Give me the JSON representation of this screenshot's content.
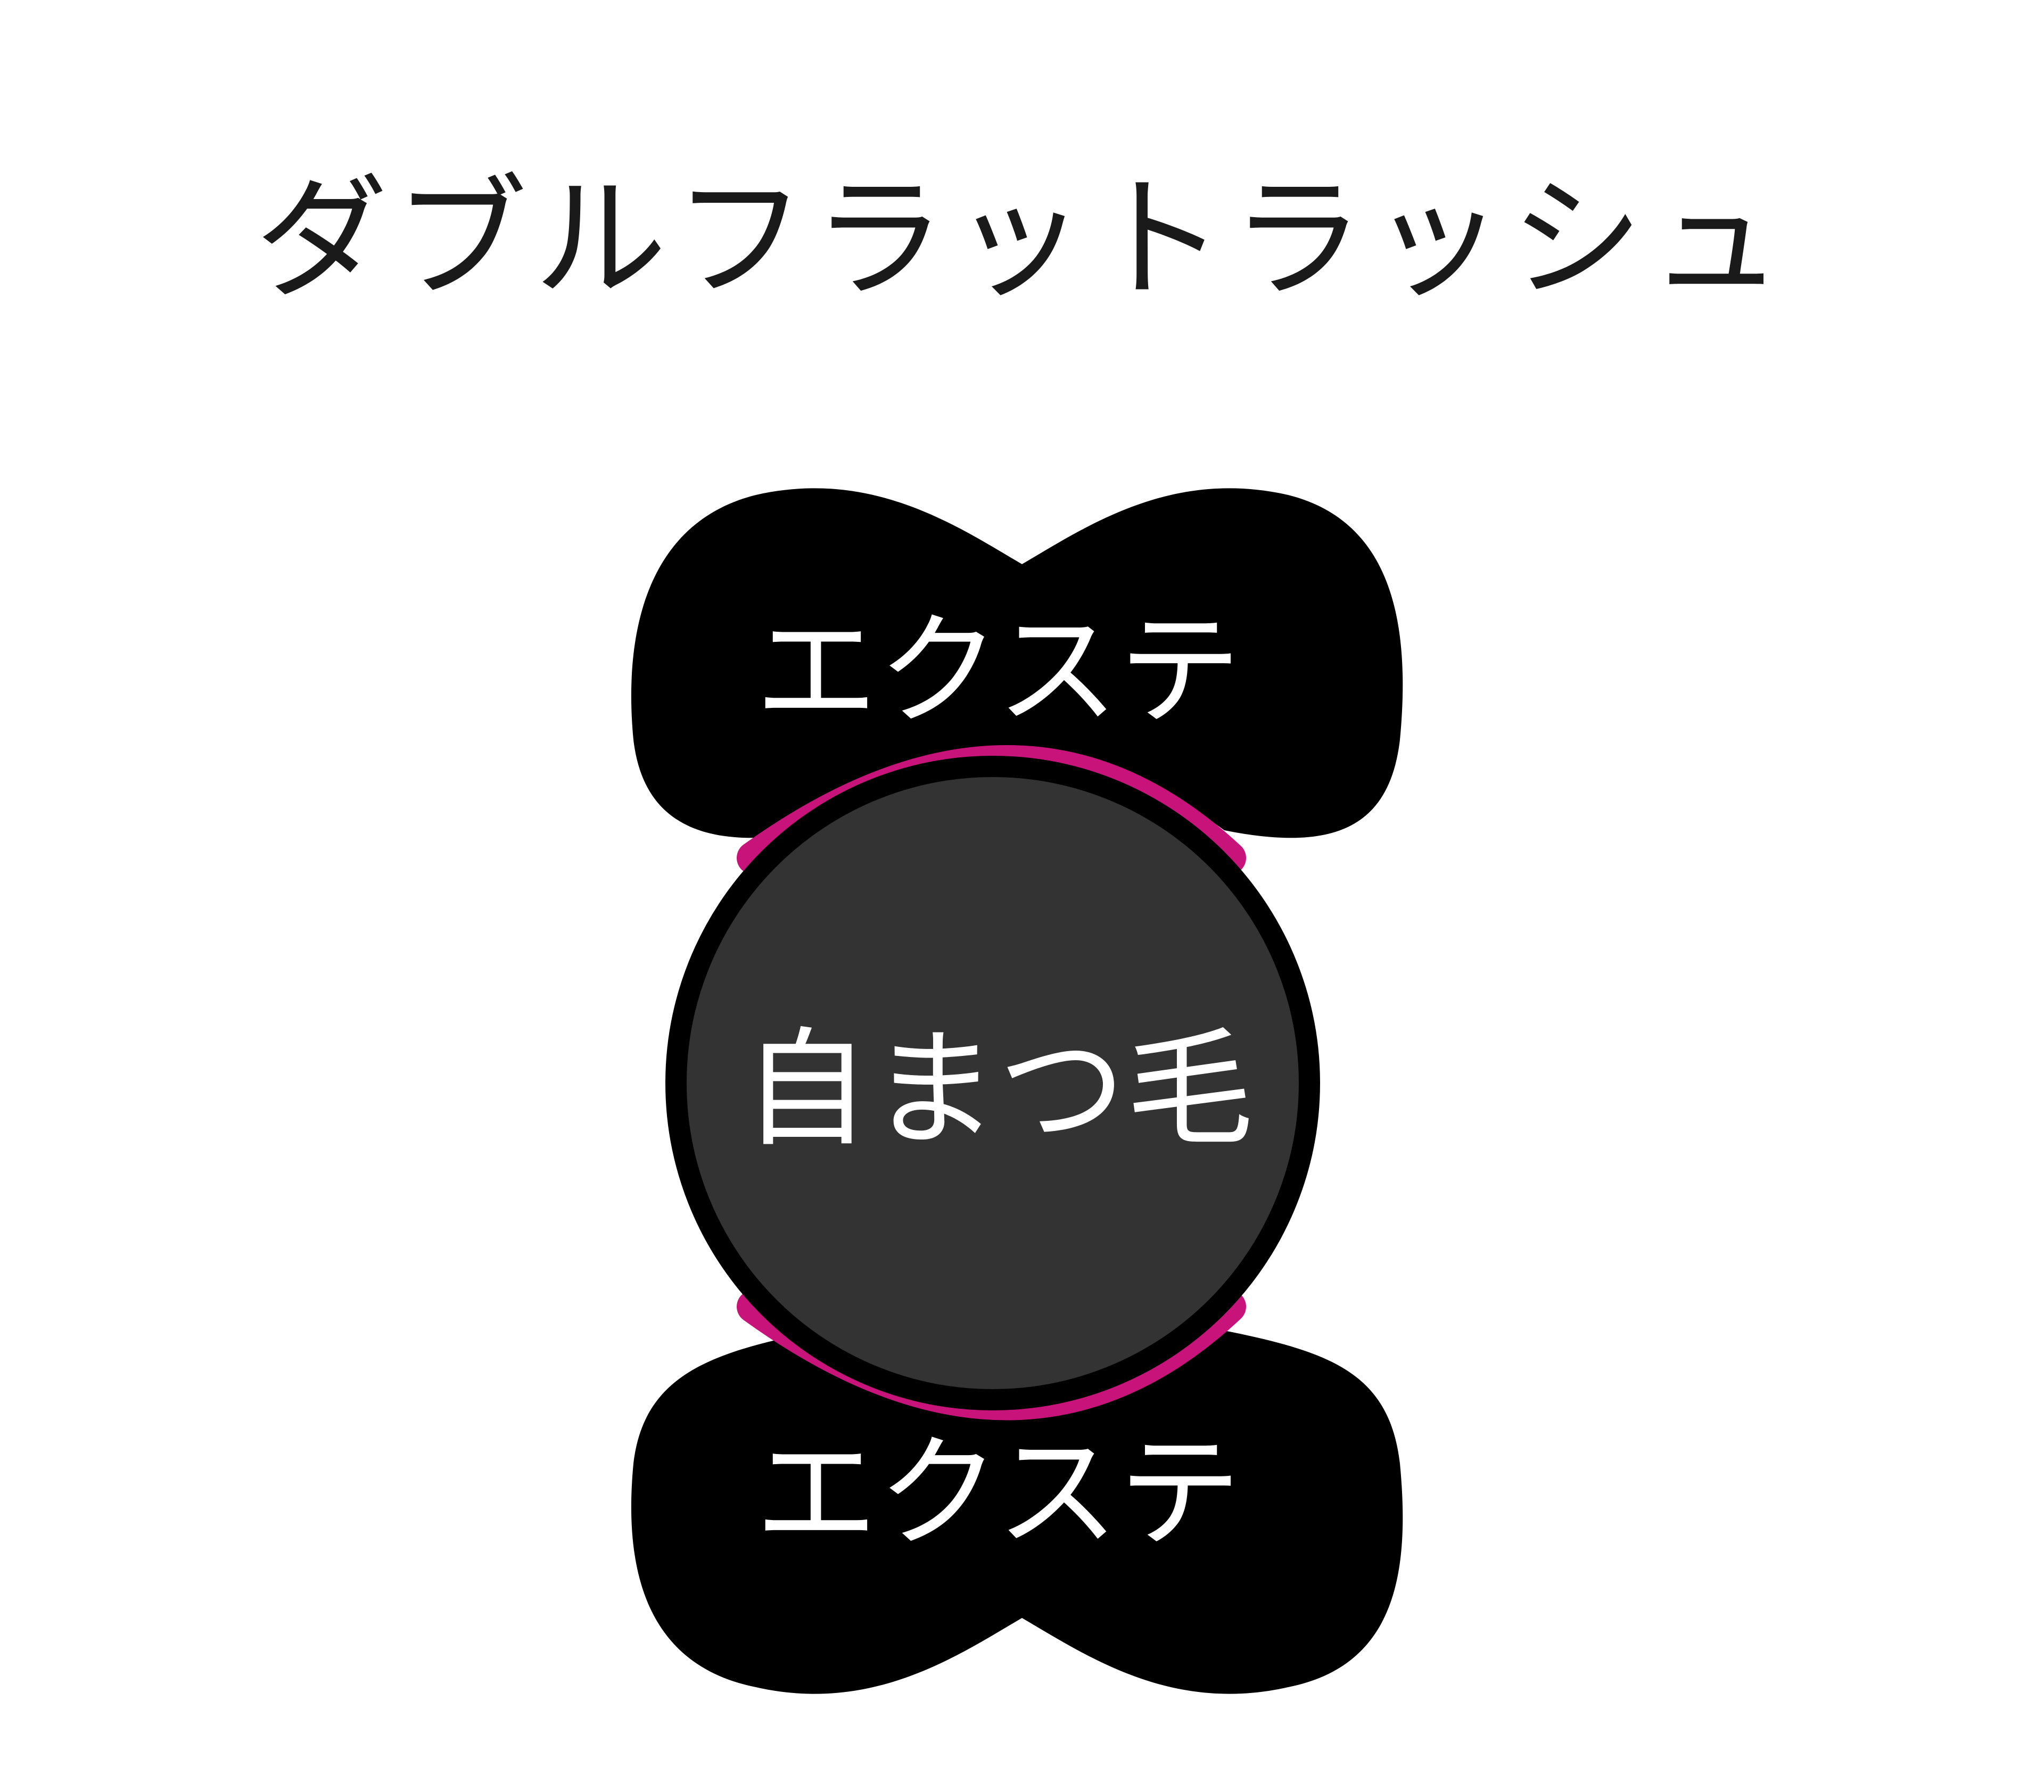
{
  "title": "ダブルフラットラッシュ",
  "labels": {
    "top_extension": "エクステ",
    "natural_lash": "自まつ毛",
    "bottom_extension": "エクステ"
  },
  "colors": {
    "extension": "#000000",
    "natural_lash": "#333333",
    "glue_line": "#c8147a",
    "label_text": "#ffffff",
    "title_text": "#1a1a1a",
    "background": "#ffffff"
  }
}
